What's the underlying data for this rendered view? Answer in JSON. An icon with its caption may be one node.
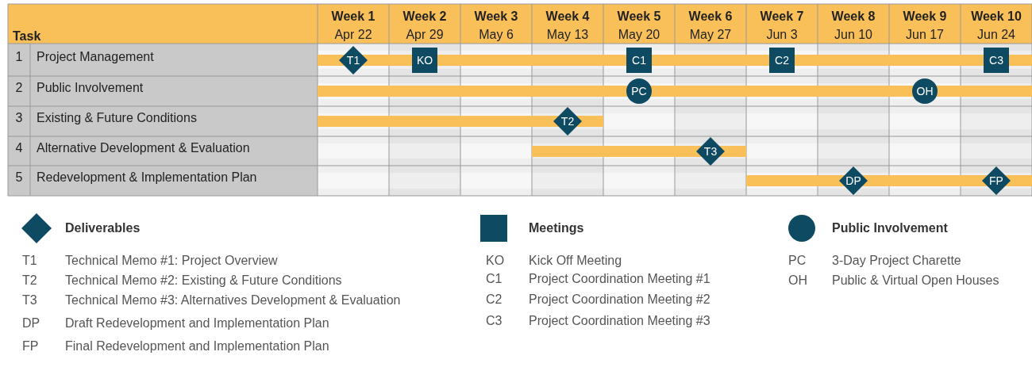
{
  "diagram": {
    "nodes": [
      {
        "text": [],
        "shape": "bar"
      },
      {
        "text": [
          "T1"
        ]
      },
      {
        "text": [
          "KO"
        ]
      },
      {
        "text": [
          "C1"
        ]
      },
      {
        "text": [
          "C2"
        ]
      },
      {
        "text": [
          "C3"
        ]
      },
      {
        "text": [],
        "shape": "bar"
      },
      {
        "text": [
          "PC"
        ]
      },
      {
        "text": [
          "OH"
        ]
      },
      {
        "text": [],
        "shape": "bar"
      },
      {
        "text": [
          "T2"
        ]
      },
      {
        "text": [],
        "shape": "bar"
      },
      {
        "text": [
          "T3"
        ]
      },
      {
        "text": [],
        "shape": "bar"
      },
      {
        "text": [
          "DP"
        ]
      },
      {
        "text": [
          "FP"
        ]
      }
    ],
    "labels": [
      "Task",
      "Week 1",
      "Apr 22",
      "Week 2",
      "Apr 29",
      "Week 3",
      "May 6",
      "Week 4",
      "May 13",
      "Week 5",
      "May 20",
      "Week 6",
      "May 27",
      "Week 7",
      "Jun 3",
      "Week 8",
      "Jun 10",
      "Week 9",
      "Jun 17",
      "Week 10",
      "Jun 24",
      "1",
      "Project Management",
      "2",
      "Public Involvement",
      "3",
      "Existing & Future Conditions",
      "4",
      "Alternative Development & Evaluation",
      "5",
      "Redevelopment & Implementation Plan",
      "T1",
      "Technical Memo #1: Project Overview",
      "T2",
      "Technical Memo #2: Existing & Future Conditions",
      "T3",
      "Technical Memo #3: Alternatives Development & Evaluation",
      "DP",
      "Draft Redevelopment and Implementation Plan",
      "FP",
      "Final Redevelopment and Implementation Plan",
      "KO",
      "Kick Off Meeting",
      "C1",
      "Project Coordination Meeting #1",
      "C2",
      "Project Coordination Meeting #2",
      "C3",
      "Project Coordination Meeting #3",
      "PC",
      "3-Day Project Charette",
      "OH",
      "Public & Virtual Open Houses"
    ],
    "legend": [
      {
        "text": "Deliverables"
      },
      {
        "text": "Meetings"
      },
      {
        "text": "Public Involvement"
      }
    ]
  }
}
